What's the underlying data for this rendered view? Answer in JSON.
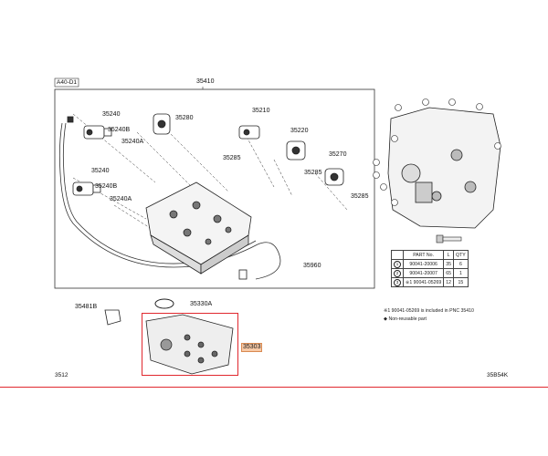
{
  "header": {
    "model_code": "A40-D1"
  },
  "labels": {
    "assembly": "35410",
    "p35240_top": "35240",
    "p35240B_top": "35240B",
    "p35240A_top": "35240A",
    "p35280": "35280",
    "p35210": "35210",
    "p35220": "35220",
    "p35285_a": "35285",
    "p35285_b": "35285",
    "p35285_c": "35285",
    "p35270": "35270",
    "p35240_bot": "35240",
    "p35240B_bot": "35240B",
    "p35240A_bot": "35240A",
    "p35960": "35960",
    "p35481B": "35481B",
    "p35330A": "35330A",
    "p35303": "35303"
  },
  "footer": {
    "left": "3512",
    "right": "35B54K"
  },
  "parts_table": {
    "headers": [
      "PART No.",
      "L",
      "QTY"
    ],
    "rows": [
      {
        "no": "1",
        "part": "90041-20006",
        "l": "35",
        "qty": "6"
      },
      {
        "no": "2",
        "part": "90041-20007",
        "l": "65",
        "qty": "1"
      },
      {
        "no": "3",
        "part": "※1 90041-05269",
        "l": "12",
        "qty": "15"
      }
    ]
  },
  "notes": {
    "n1": "※1 90041-05269 is included in PNC 35410",
    "n2": "Non-reusable part"
  },
  "colors": {
    "highlight_box": "#e0282e",
    "line": "#333333"
  }
}
